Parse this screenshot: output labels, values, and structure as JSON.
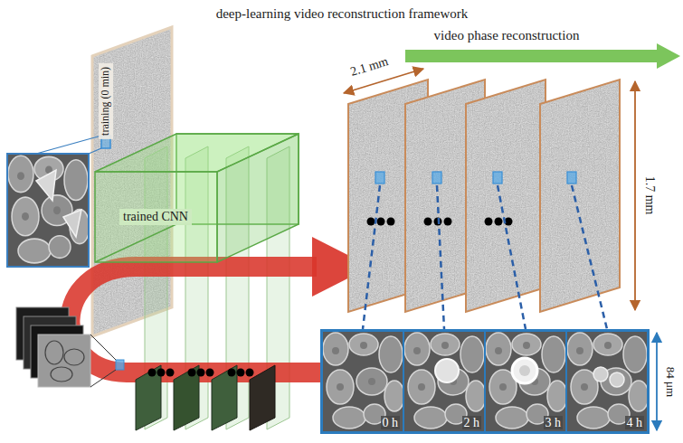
{
  "diagram": {
    "title": "deep-learning video reconstruction framework",
    "nodes": [
      {
        "text": [
          "training (0 min)"
        ]
      },
      {
        "text": [
          "trained CNN"
        ]
      },
      {
        "text": [
          "0 h"
        ]
      },
      {
        "text": [
          "2 h"
        ]
      },
      {
        "text": [
          "3 h"
        ]
      },
      {
        "text": [
          "4 h"
        ]
      }
    ],
    "labels": [
      "video phase reconstruction",
      "2.1 mm",
      "1.7 mm",
      "84 μm"
    ]
  }
}
